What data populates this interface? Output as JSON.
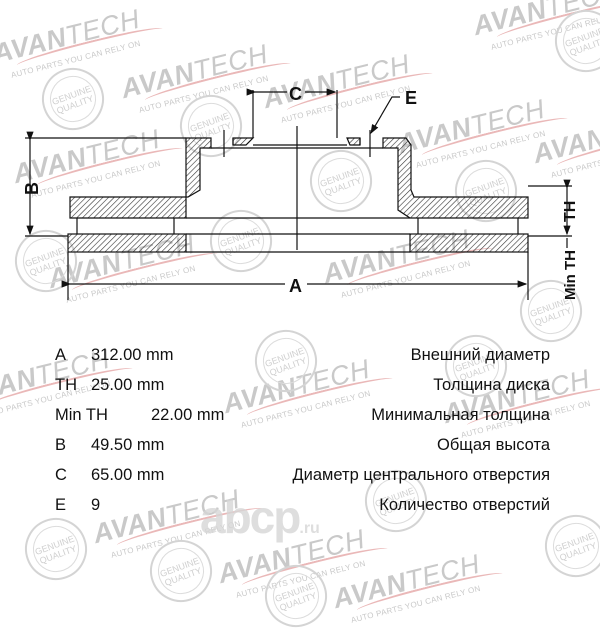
{
  "watermark": {
    "brand_bold": "AVAN",
    "brand_light": "TECH",
    "tagline": "AUTO PARTS YOU CAN RELY ON",
    "seal_text": "GENUINE QUALITY",
    "site_mark": "abcp",
    "site_suffix": ".ru",
    "colors": {
      "text": "#c9c9c9",
      "swoosh": "#eab8b8"
    }
  },
  "diagram": {
    "title": "Brake disc cross-section",
    "labels": {
      "A": "A",
      "B": "B",
      "C": "C",
      "E": "E",
      "TH": "TH",
      "MinTH": "Min TH"
    },
    "colors": {
      "line": "#111111",
      "hatch": "#333333"
    }
  },
  "specs": [
    {
      "key": "A",
      "value": "312.00 mm",
      "description": "Внешний диаметр"
    },
    {
      "key": "TH",
      "value": "25.00 mm",
      "description": "Толщина диска"
    },
    {
      "key": "Min TH",
      "value": "22.00 mm",
      "description": "Минимальная толщина"
    },
    {
      "key": "B",
      "value": "49.50 mm",
      "description": "Общая высота"
    },
    {
      "key": "C",
      "value": "65.00 mm",
      "description": "Диаметр центрального отверстия"
    },
    {
      "key": "E",
      "value": "9",
      "description": "Количество отверстий"
    }
  ]
}
